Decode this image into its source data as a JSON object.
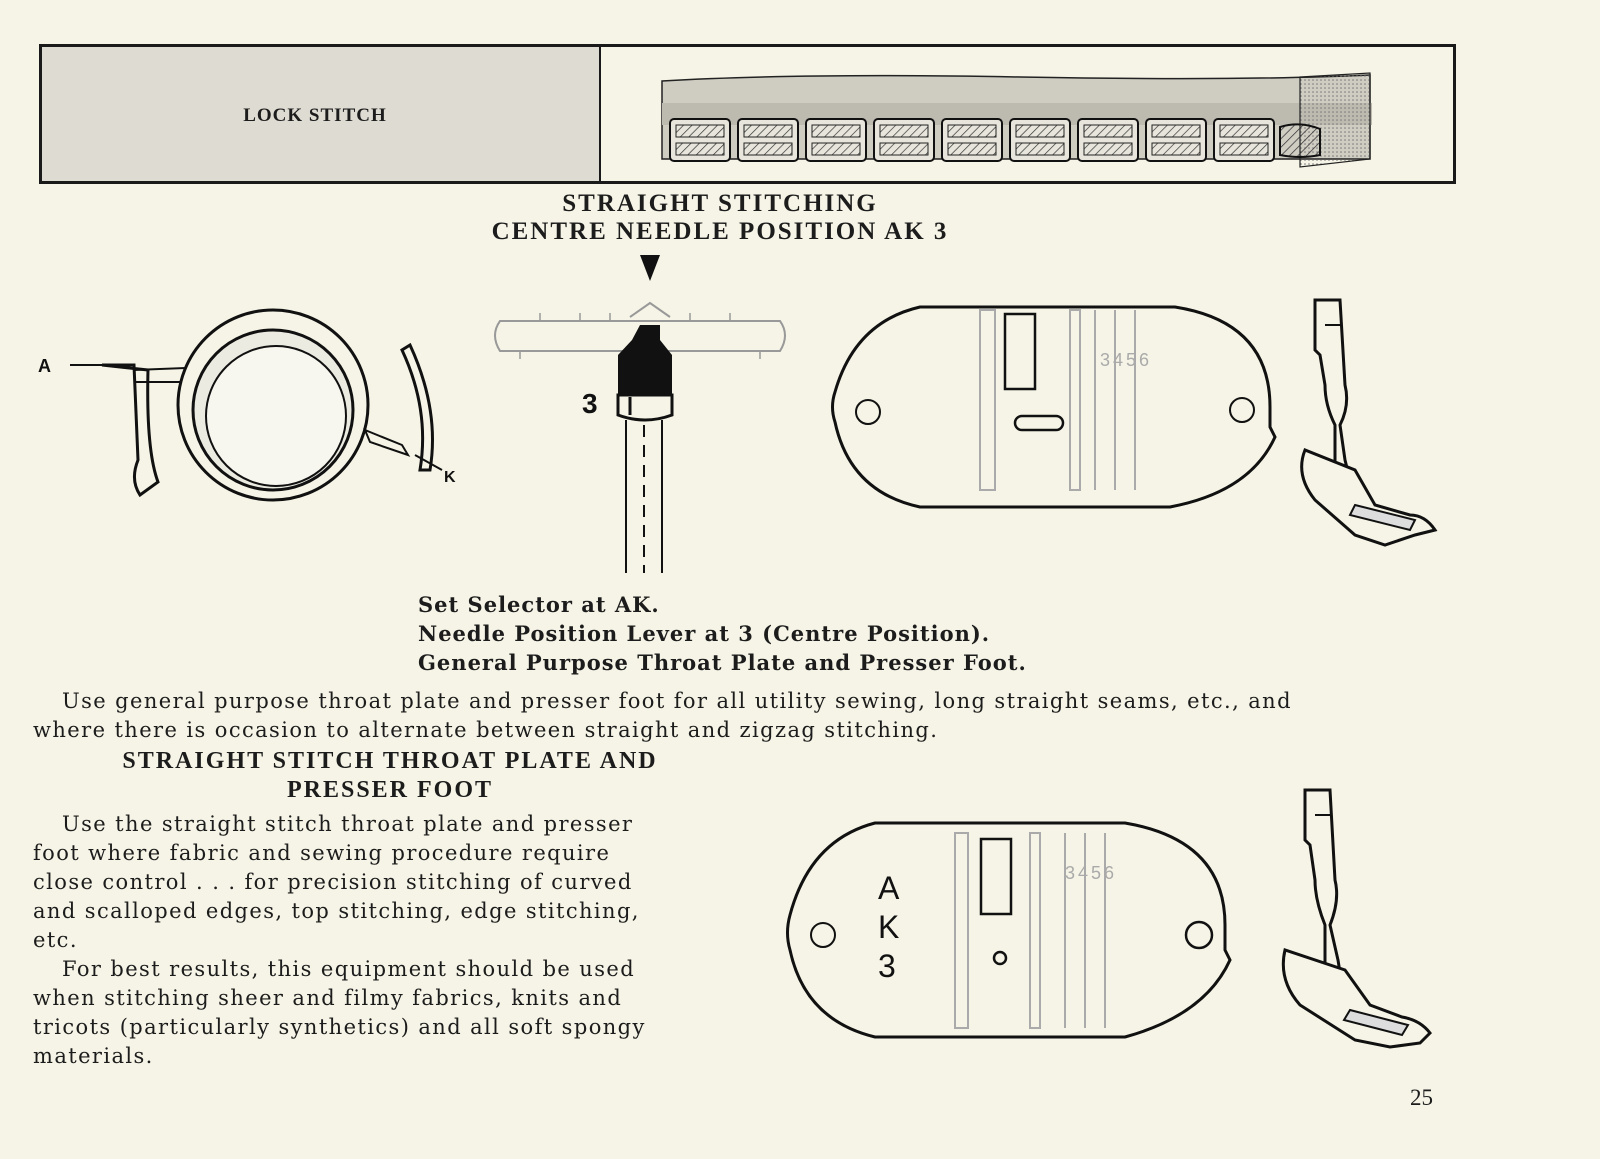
{
  "top_panel": {
    "lock_stitch_label": "LOCK STITCH"
  },
  "headings": {
    "title_line1": "STRAIGHT STITCHING",
    "title_line2": "CENTRE NEEDLE POSITION AK 3"
  },
  "figure_labels": {
    "dial_a": "A",
    "dial_k": "K",
    "lever_position": "3",
    "plate_numbers": "3456",
    "plate2_marking": [
      "A",
      "K",
      "3"
    ]
  },
  "settings": [
    "Set Selector at AK.",
    "Needle Position Lever at 3 (Centre Position).",
    "General Purpose Throat Plate and Presser Foot."
  ],
  "intro_lines": [
    "Use general purpose throat plate and presser foot for all utility sewing, long straight seams, etc., and",
    "where there is occasion to alternate between straight and zigzag stitching."
  ],
  "subheading": [
    "STRAIGHT STITCH THROAT PLATE AND",
    "PRESSER FOOT"
  ],
  "para_a": [
    "Use the straight stitch throat plate and presser",
    "foot where fabric and sewing procedure require",
    "close control . . . for precision stitching of curved",
    "and scalloped edges, top stitching, edge stitching,",
    "etc."
  ],
  "para_b": [
    "For best results, this equipment should be used",
    "when stitching sheer and filmy fabrics, knits and",
    "tricots (particularly synthetics) and all soft spongy",
    "materials."
  ],
  "page_number": "25"
}
